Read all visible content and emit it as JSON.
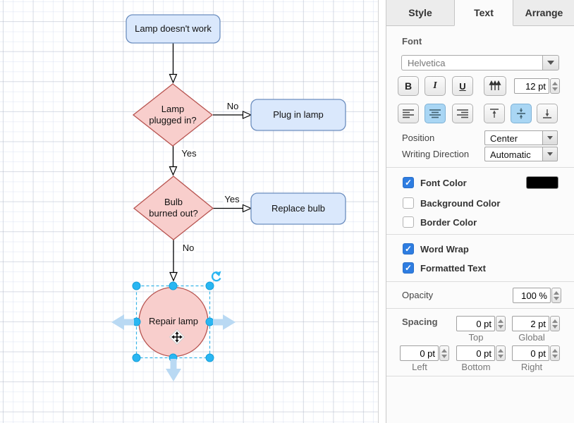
{
  "canvas": {
    "nodes": {
      "start": {
        "label": "Lamp doesn't work"
      },
      "decision1": {
        "label": "Lamp\nplugged in?"
      },
      "plug": {
        "label": "Plug in lamp"
      },
      "decision2": {
        "label": "Bulb\nburned out?"
      },
      "replace": {
        "label": "Replace bulb"
      },
      "repair": {
        "label": "Repair lamp"
      }
    },
    "edge_labels": {
      "no1": "No",
      "yes1": "Yes",
      "yes2": "Yes",
      "no2": "No"
    },
    "colors": {
      "process_fill": "#dae8fc",
      "process_stroke": "#6c8ebf",
      "decision_fill": "#f8cecc",
      "decision_stroke": "#b85450",
      "selection_handle": "#29b6f2",
      "direction_arrow": "#b9d9f3"
    }
  },
  "panel": {
    "tabs": [
      {
        "label": "Style"
      },
      {
        "label": "Text"
      },
      {
        "label": "Arrange"
      }
    ],
    "active_tab": "Text",
    "font": {
      "section_label": "Font",
      "family": "Helvetica",
      "bold": "B",
      "italic": "I",
      "underline": "U",
      "size_value": "12 pt"
    },
    "position_label": "Position",
    "position_value": "Center",
    "writing_direction_label": "Writing Direction",
    "writing_direction_value": "Automatic",
    "color_options": [
      {
        "label": "Font Color",
        "checked": true,
        "swatch": "#000000"
      },
      {
        "label": "Background Color",
        "checked": false
      },
      {
        "label": "Border Color",
        "checked": false
      }
    ],
    "text_options": [
      {
        "label": "Word Wrap",
        "checked": true
      },
      {
        "label": "Formatted Text",
        "checked": true
      }
    ],
    "opacity_label": "Opacity",
    "opacity_value": "100 %",
    "spacing": {
      "section_label": "Spacing",
      "fields": [
        {
          "value": "0 pt",
          "caption": "Top"
        },
        {
          "value": "2 pt",
          "caption": "Global"
        },
        {
          "value": "0 pt",
          "caption": "Left"
        },
        {
          "value": "0 pt",
          "caption": "Bottom"
        },
        {
          "value": "0 pt",
          "caption": "Right"
        }
      ]
    }
  }
}
